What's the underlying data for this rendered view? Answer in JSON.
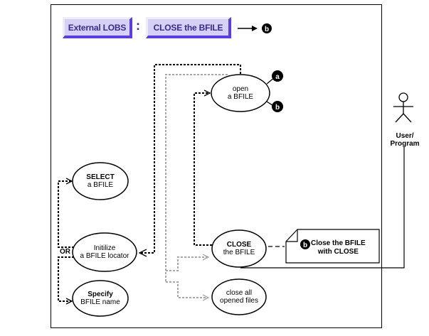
{
  "header": {
    "category_button": "External LOBS",
    "separator": ":",
    "operation_button": "CLOSE the BFILE",
    "step_marker": "b"
  },
  "use_cases": {
    "open": {
      "line1": "open",
      "line2": "a BFILE"
    },
    "select": {
      "line1": "SELECT",
      "line2": "a BFILE"
    },
    "initialize": {
      "line1": "Initilize",
      "line2": "a BFILE locator"
    },
    "specify": {
      "line1": "Specify",
      "line2": "BFILE name"
    },
    "close": {
      "line1": "CLOSE",
      "line2": "the BFILE"
    },
    "close_all": {
      "line1": "close all",
      "line2": "opened files"
    }
  },
  "markers": {
    "open_a": "a",
    "open_b": "b",
    "note": "b"
  },
  "note": {
    "line1": "Close the BFILE",
    "line2": "with CLOSE"
  },
  "or_label": "OR",
  "actor": {
    "line1": "User/",
    "line2": "Program"
  },
  "colors": {
    "button_fill": "#d4d0f6",
    "button_text": "#3a2a8c",
    "button_shadow": "#5b3fd8",
    "dotted_black": "#000000",
    "dotted_gray": "#a8a8a8"
  }
}
